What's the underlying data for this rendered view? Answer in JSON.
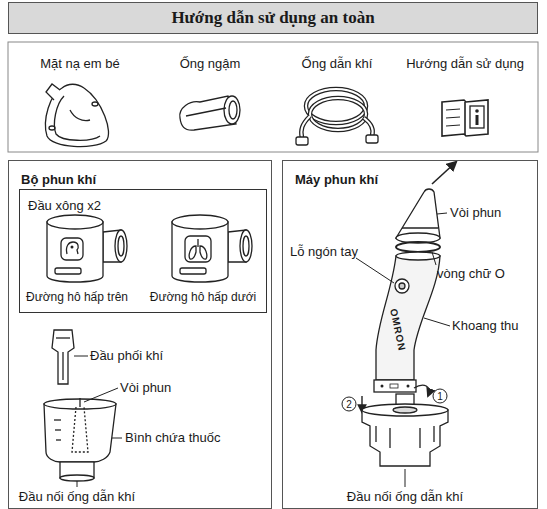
{
  "diagram": {
    "title": "Hướng dẫn sử dụng an toàn",
    "nodes": [
      {
        "text": [
          "Bộ phun khí"
        ]
      },
      {
        "text": [
          "Đầu xông x2"
        ],
        "in": 0
      },
      {
        "text": [
          "Máy phun khí"
        ]
      }
    ],
    "labels": [
      "Mặt nạ em bé",
      "Ống ngậm",
      "Ống dẫn khí",
      "Hướng dẫn sử dụng",
      "Đường hô hấp trên",
      "Đường hô hấp dưới",
      "Đầu phối khí",
      "Vòi phun",
      "Bình chứa thuốc",
      "Đầu nối ống dẫn khí",
      "Vòi phun",
      "Lỗ ngón tay",
      "vòng chữ O",
      "Khoang thu",
      "OMRON",
      "1",
      "2",
      "Đầu nối ống dẫn khí"
    ]
  }
}
